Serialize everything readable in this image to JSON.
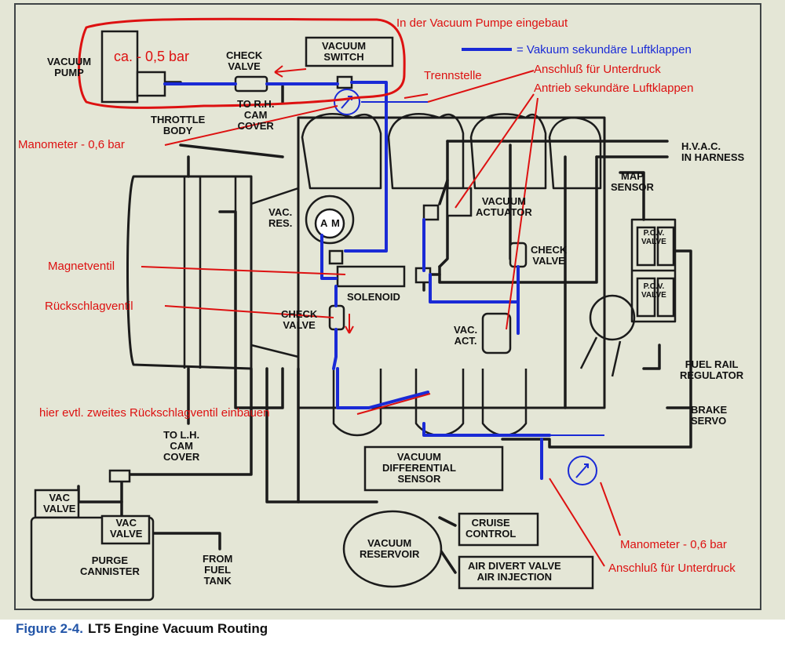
{
  "labels": {
    "vacuum_pump": "VACUUM\nPUMP",
    "check_valve_top": "CHECK\nVALVE",
    "vacuum_switch": "VACUUM\nSWITCH",
    "to_rh_cam_cover": "TO R.H.\nCAM\nCOVER",
    "throttle_body": "THROTTLE\nBODY",
    "vac_res": "VAC.\nRES.",
    "gauge_a": "A",
    "gauge_m": "M",
    "vacuum_actuator": "VACUUM\nACTUATOR",
    "check_valve_right": "CHECK\nVALVE",
    "solenoid": "SOLENOID",
    "check_valve_mid": "CHECK\nVALVE",
    "vac_act": "VAC.\nACT.",
    "hvac": "H.V.A.C.\nIN HARNESS",
    "map_sensor": "MAP\nSENSOR",
    "pcv_valve": "P.C.V.\nVALVE",
    "fuel_rail_regulator": "FUEL RAIL\nREGULATOR",
    "brake_servo": "BRAKE\nSERVO",
    "to_lh_cam_cover": "TO L.H.\nCAM\nCOVER",
    "vac_valve": "VAC\nVALVE",
    "purge_cannister": "PURGE\nCANNISTER",
    "from_fuel_tank": "FROM\nFUEL\nTANK",
    "vacuum_differential_sensor": "VACUUM\nDIFFERENTIAL\nSENSOR",
    "vacuum_reservoir": "VACUUM\nRESERVOIR",
    "cruise_control": "CRUISE\nCONTROL",
    "air_divert": "AIR DIVERT VALVE\nAIR INJECTION"
  },
  "annotations": {
    "eingebaut": "In der Vacuum Pumpe eingebaut",
    "ca_bar": "ca. - 0,5 bar",
    "legend_blue": "= Vakuum sekundäre Luftklappen",
    "anschluss_top": "Anschluß für Unterdruck",
    "antrieb": "Antrieb sekundäre Luftklappen",
    "trennstelle": "Trennstelle",
    "manometer_top": "Manometer - 0,6 bar",
    "magnetventil": "Magnetventil",
    "rueckschlagventil": "Rückschlagventil",
    "zweites": "hier evtl. zweites Rückschlagventil einbauen",
    "manometer_bottom": "Manometer - 0,6 bar",
    "anschluss_bottom": "Anschluß für Unterdruck"
  },
  "caption": {
    "figure": "Figure 2-4.",
    "title": "LT5 Engine Vacuum Routing"
  },
  "colors": {
    "paper": "#e4e6d6",
    "line": "#1b1b1b",
    "vacuum_blue": "#1a2ad6",
    "annotation_red": "#dd1111"
  }
}
